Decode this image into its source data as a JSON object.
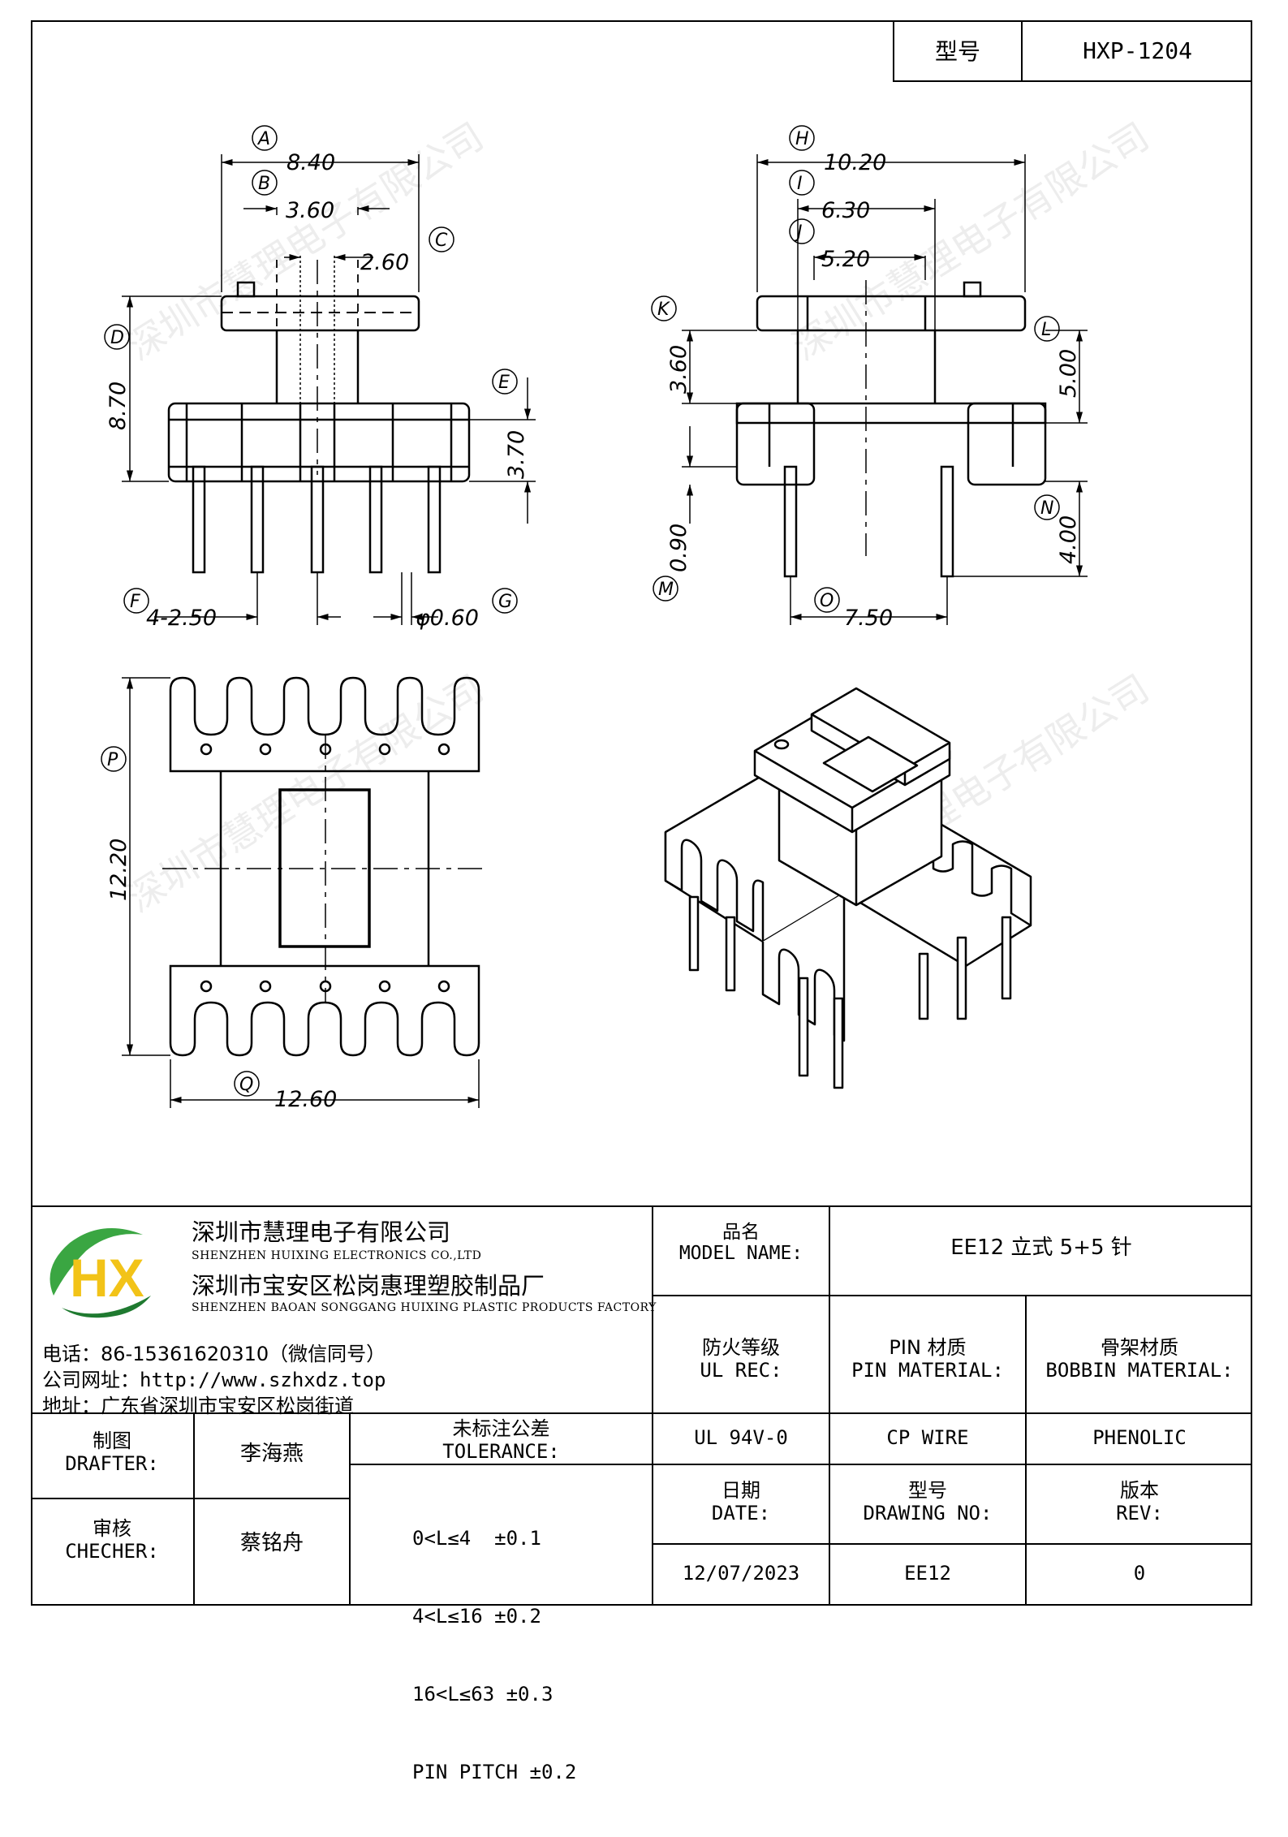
{
  "model_box": {
    "label": "型号",
    "value": "HXP-1204"
  },
  "watermark_text": "深圳市慧理电子有限公司",
  "dims": {
    "A": "8.40",
    "B": "3.60",
    "C": "2.60",
    "D": "8.70",
    "E": "3.70",
    "F": "4-2.50",
    "G": "φ0.60",
    "H": "10.20",
    "I": "6.30",
    "J": "5.20",
    "K": "3.60",
    "L": "5.00",
    "M": "0.90",
    "N": "4.00",
    "O": "7.50",
    "P": "12.20",
    "Q": "12.60"
  },
  "circle_labels": {
    "A": "A",
    "B": "B",
    "C": "C",
    "D": "D",
    "E": "E",
    "F": "F",
    "G": "G",
    "H": "H",
    "I": "I",
    "J": "J",
    "K": "K",
    "L": "L",
    "M": "M",
    "N": "N",
    "O": "O",
    "P": "P",
    "Q": "Q"
  },
  "company": {
    "name_cn": "深圳市慧理电子有限公司",
    "name_en": "SHENZHEN HUIXING ELECTRONICS CO.,LTD",
    "factory_cn": "深圳市宝安区松岗惠理塑胶制品厂",
    "factory_en": "SHENZHEN BAOAN SONGGANG HUIXING PLASTIC PRODUCTS FACTORY",
    "phone": "电话：86-15361620310（微信同号）",
    "website": "公司网址：http://www.szhxdz.top",
    "address": "地址：广东省深圳市宝安区松岗街道",
    "logo_text": "HX",
    "logo_colors": {
      "green": "#3aa642",
      "dark_green": "#1f7a30",
      "yellow": "#f2c318"
    }
  },
  "title_block": {
    "model_name_cn": "品名",
    "model_name_en": "MODEL NAME:",
    "model_name_value": "EE12 立式 5+5 针",
    "ul_rec_cn": "防火等级",
    "ul_rec_en": "UL REC:",
    "pin_material_cn": "PIN 材质",
    "pin_material_en": "PIN MATERIAL:",
    "bobbin_material_cn": "骨架材质",
    "bobbin_material_en": "BOBBIN MATERIAL:",
    "ul_value": "UL 94V-0",
    "pin_value": "CP WIRE",
    "bobbin_value": "PHENOLIC",
    "drafter_cn": "制图",
    "drafter_en": "DRAFTER:",
    "drafter_name": "李海燕",
    "checker_cn": "审核",
    "checker_en": "CHECHER:",
    "checker_name": "蔡铭舟",
    "tolerance_cn": "未标注公差",
    "tolerance_en": "TOLERANCE:",
    "tolerance_rows": [
      "0<L≤4  ±0.1",
      "4<L≤16 ±0.2",
      "16<L≤63 ±0.3",
      "PIN PITCH ±0.2"
    ],
    "date_cn": "日期",
    "date_en": "DATE:",
    "drawing_no_cn": "型号",
    "drawing_no_en": "DRAWING NO:",
    "rev_cn": "版本",
    "rev_en": "REV:",
    "date_value": "12/07/2023",
    "drawing_no_value": "EE12",
    "rev_value": "0"
  }
}
